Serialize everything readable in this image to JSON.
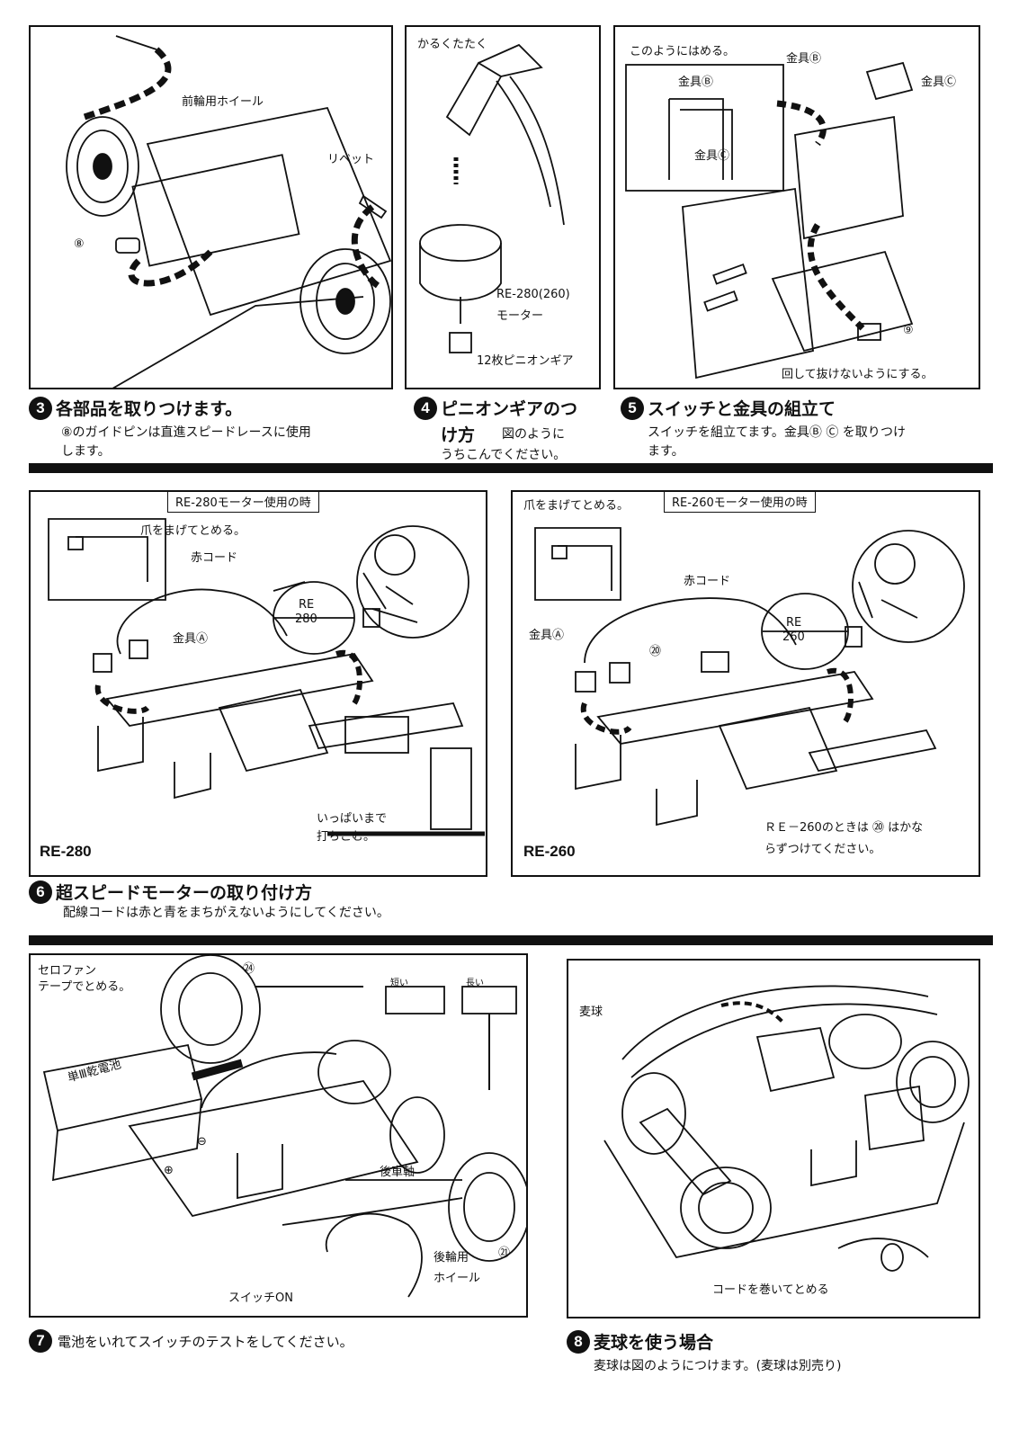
{
  "panel3": {
    "front_wheel": "前輪用ホイール",
    "rivet": "リベット",
    "guide_pin_num": "⑧"
  },
  "panel4": {
    "tap_lightly": "かるくたたく",
    "motor": "RE-280(260)",
    "motor2": "モーター",
    "pinion": "12枚ピニオンギア"
  },
  "panel5": {
    "fit_like_this": "このようにはめる。",
    "bracket_b": "金具Ⓑ",
    "bracket_c": "金具Ⓒ",
    "inset_b": "金具Ⓑ",
    "inset_c": "金具Ⓒ",
    "part9": "⑨",
    "turn": "回して抜けないようにする。"
  },
  "step3": {
    "num": "3",
    "title": "各部品を取りつけます。",
    "desc1": "⑧のガイドピンは直進スピードレースに使用",
    "desc2": "します。"
  },
  "step4": {
    "num": "4",
    "title": "ピニオンギアのつ",
    "title2": "け方",
    "desc_inline": "図のように",
    "desc2": "うちこんでください。"
  },
  "step5": {
    "num": "5",
    "title": "スイッチと金具の組立て",
    "desc1": "スイッチを組立てます。金具Ⓑ Ⓒ を取りつけ",
    "desc2": "ます。"
  },
  "panel6a": {
    "header": "RE-280モーター使用の時",
    "bend_claw": "爪をまげてとめる。",
    "red_cord": "赤コード",
    "bracket_a": "金具Ⓐ",
    "motor_label": "RE",
    "motor_label2": "280",
    "hammer_note1": "いっぱいまで",
    "hammer_note2": "打ちこむ。",
    "tag": "RE-280"
  },
  "panel6b": {
    "header": "RE-260モーター使用の時",
    "bend_claw": "爪をまげてとめる。",
    "red_cord": "赤コード",
    "bracket_a": "金具Ⓐ",
    "part20": "⑳",
    "motor_label": "RE",
    "motor_label2": "260",
    "note1": "ＲＥ－260のときは ⑳ はかな",
    "note2": "らずつけてください。",
    "tag": "RE-260"
  },
  "step6": {
    "num": "6",
    "title": "超スピードモーターの取り付け方",
    "desc": "配線コードは赤と青をまちがえないようにしてください。"
  },
  "panel7": {
    "cellophane1": "セロファン",
    "cellophane2": "テープでとめる。",
    "part24": "㉔",
    "short": "短い",
    "long": "長い",
    "rear_axle": "後車軸",
    "part21": "㉑",
    "rear_wheel1": "後輪用",
    "rear_wheel2": "ホイール",
    "switch_on": "スイッチON",
    "minus": "⊖",
    "plus": "⊕",
    "battery": "単Ⅲ乾電池"
  },
  "panel8": {
    "mugi": "麦球",
    "wrap": "コードを巻いてとめる"
  },
  "step7": {
    "num": "7",
    "desc": "電池をいれてスイッチのテストをしてください。"
  },
  "step8": {
    "num": "8",
    "title": "麦球を使う場合",
    "desc": "麦球は図のようにつけます。(麦球は別売り)"
  }
}
